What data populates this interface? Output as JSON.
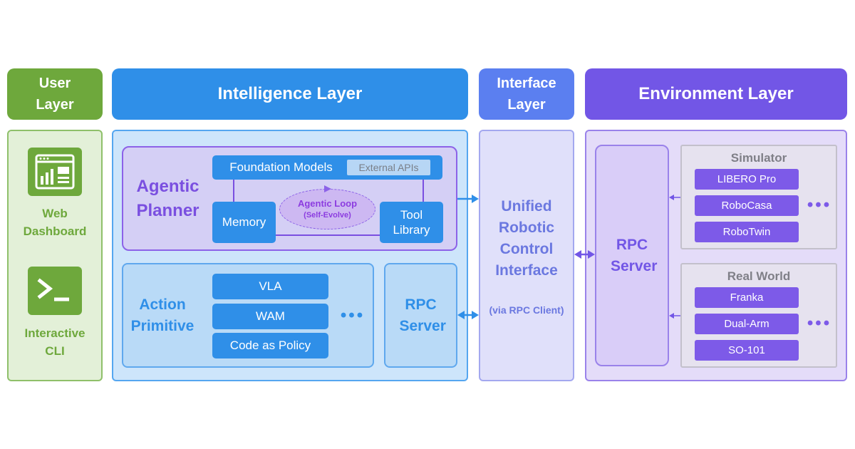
{
  "headers": {
    "user": "User Layer",
    "intelligence": "Intelligence Layer",
    "interface": "Interface Layer",
    "environment": "Environment Layer"
  },
  "user_layer": {
    "web_dashboard": "Web Dashboard",
    "interactive_cli": "Interactive CLI"
  },
  "intelligence_layer": {
    "agentic_planner": "Agentic Planner",
    "foundation_models": "Foundation Models",
    "external_apis": "External APIs",
    "memory": "Memory",
    "tool_library": "Tool Library",
    "agentic_loop": "Agentic Loop",
    "self_evolve": "(Self-Evolve)",
    "action_primitive": "Action Primitive",
    "primitives": [
      "VLA",
      "WAM",
      "Code as Policy"
    ],
    "more": "•••",
    "rpc_server": "RPC Server"
  },
  "interface_layer": {
    "title": "Unified Robotic Control Interface",
    "subtitle": "(via RPC Client)"
  },
  "environment_layer": {
    "rpc_server": "RPC Server",
    "simulator": {
      "title": "Simulator",
      "items": [
        "LIBERO Pro",
        "RoboCasa",
        "RoboTwin"
      ]
    },
    "real_world": {
      "title": "Real World",
      "items": [
        "Franka",
        "Dual-Arm",
        "SO-101"
      ]
    },
    "more": "•••"
  },
  "colors": {
    "user": "#6ea83c",
    "intelligence": "#2f8fe8",
    "interface": "#5b7ff0",
    "environment": "#7256e6"
  }
}
